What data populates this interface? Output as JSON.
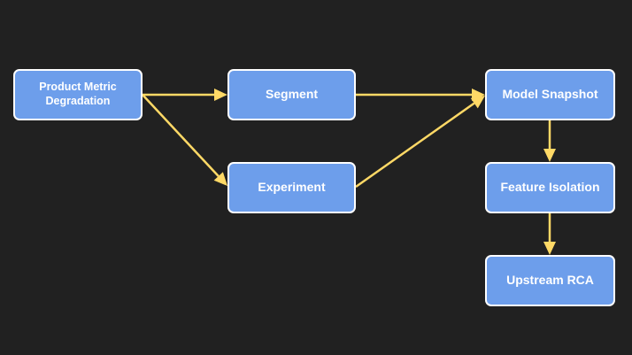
{
  "colors": {
    "background": "#212121",
    "node_fill": "#6d9eeb",
    "node_border": "#ffffff",
    "arrow": "#ffd966"
  },
  "nodes": {
    "product_metric_degradation": {
      "line1": "Product Metric",
      "line2": "Degradation"
    },
    "segment": {
      "label": "Segment"
    },
    "experiment": {
      "label": "Experiment"
    },
    "model_snapshot": {
      "label": "Model Snapshot"
    },
    "feature_isolation": {
      "label": "Feature Isolation"
    },
    "upstream_rca": {
      "label": "Upstream RCA"
    }
  },
  "edges": [
    {
      "from": "product_metric_degradation",
      "to": "segment"
    },
    {
      "from": "product_metric_degradation",
      "to": "experiment"
    },
    {
      "from": "segment",
      "to": "model_snapshot"
    },
    {
      "from": "experiment",
      "to": "model_snapshot"
    },
    {
      "from": "model_snapshot",
      "to": "feature_isolation"
    },
    {
      "from": "feature_isolation",
      "to": "upstream_rca"
    }
  ]
}
